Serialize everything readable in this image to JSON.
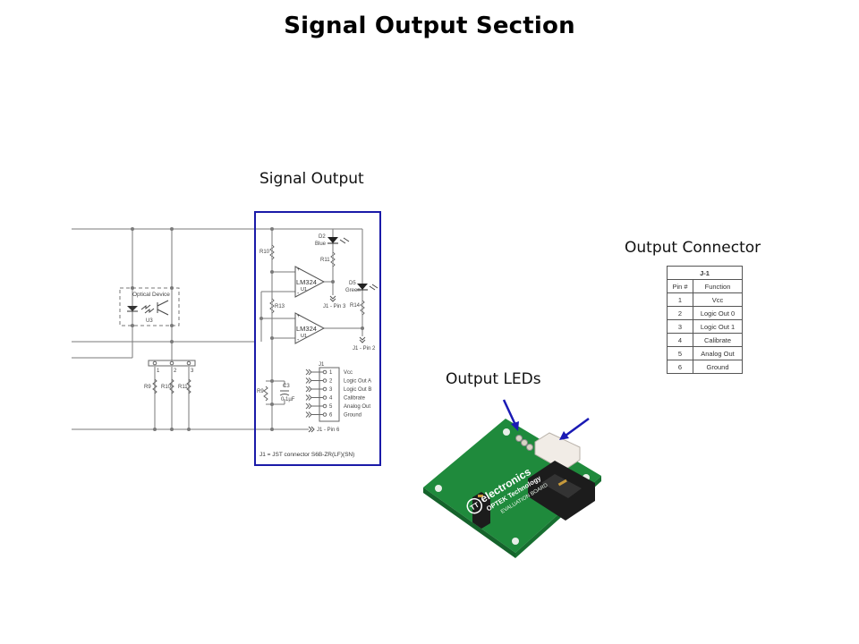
{
  "page": {
    "title": "Signal Output Section"
  },
  "captions": {
    "signal_output": "Signal Output",
    "output_connector": "Output Connector",
    "output_leds": "Output LEDs"
  },
  "colors": {
    "highlight_box": "#1a1aa8",
    "arrow": "#1a1ab4",
    "wire": "#777777",
    "pcb_green": "#1f8a3c"
  },
  "schematic": {
    "optical_device_label": "Optical Device",
    "u3_label": "U3",
    "jumper_pins": [
      "1",
      "2",
      "3"
    ],
    "left_resistors": [
      "R9",
      "R10",
      "R11"
    ],
    "r10_label": "R10",
    "r11_label": "R11",
    "r13_label": "R13",
    "r14_label": "R14",
    "r9_label": "R9",
    "c3_label": "C3",
    "c3_value": "0.1µF",
    "d2_label": "D2",
    "d2_color": "Blue",
    "d5_label": "D5",
    "d5_color": "Green",
    "opamp_part": "LM324",
    "opamp_unit": "U1",
    "pin3_label": "J1 - Pin 3",
    "pin2_label": "J1 - Pin 2",
    "pin6_label": "J1 - Pin 6",
    "j1_label": "J1",
    "j1_pins": [
      {
        "num": "1",
        "name": "Vcc"
      },
      {
        "num": "2",
        "name": "Logic Out A"
      },
      {
        "num": "3",
        "name": "Logic Out B"
      },
      {
        "num": "4",
        "name": "Calibrate"
      },
      {
        "num": "5",
        "name": "Analog Out"
      },
      {
        "num": "6",
        "name": "Ground"
      }
    ],
    "j1_note": "J1 = JST connector S6B-ZR(LF)(SN)"
  },
  "connector_table": {
    "title": "J-1",
    "headers": [
      "Pin #",
      "Function"
    ],
    "rows": [
      [
        "1",
        "Vcc"
      ],
      [
        "2",
        "Logic Out 0"
      ],
      [
        "3",
        "Logic Out 1"
      ],
      [
        "4",
        "Calibrate"
      ],
      [
        "5",
        "Analog Out"
      ],
      [
        "6",
        "Ground"
      ]
    ]
  },
  "board_photo": {
    "brand": "electronics",
    "logo": "TT",
    "line2": "OPTEK Technology",
    "line3": "EVALUATION BOARD"
  }
}
